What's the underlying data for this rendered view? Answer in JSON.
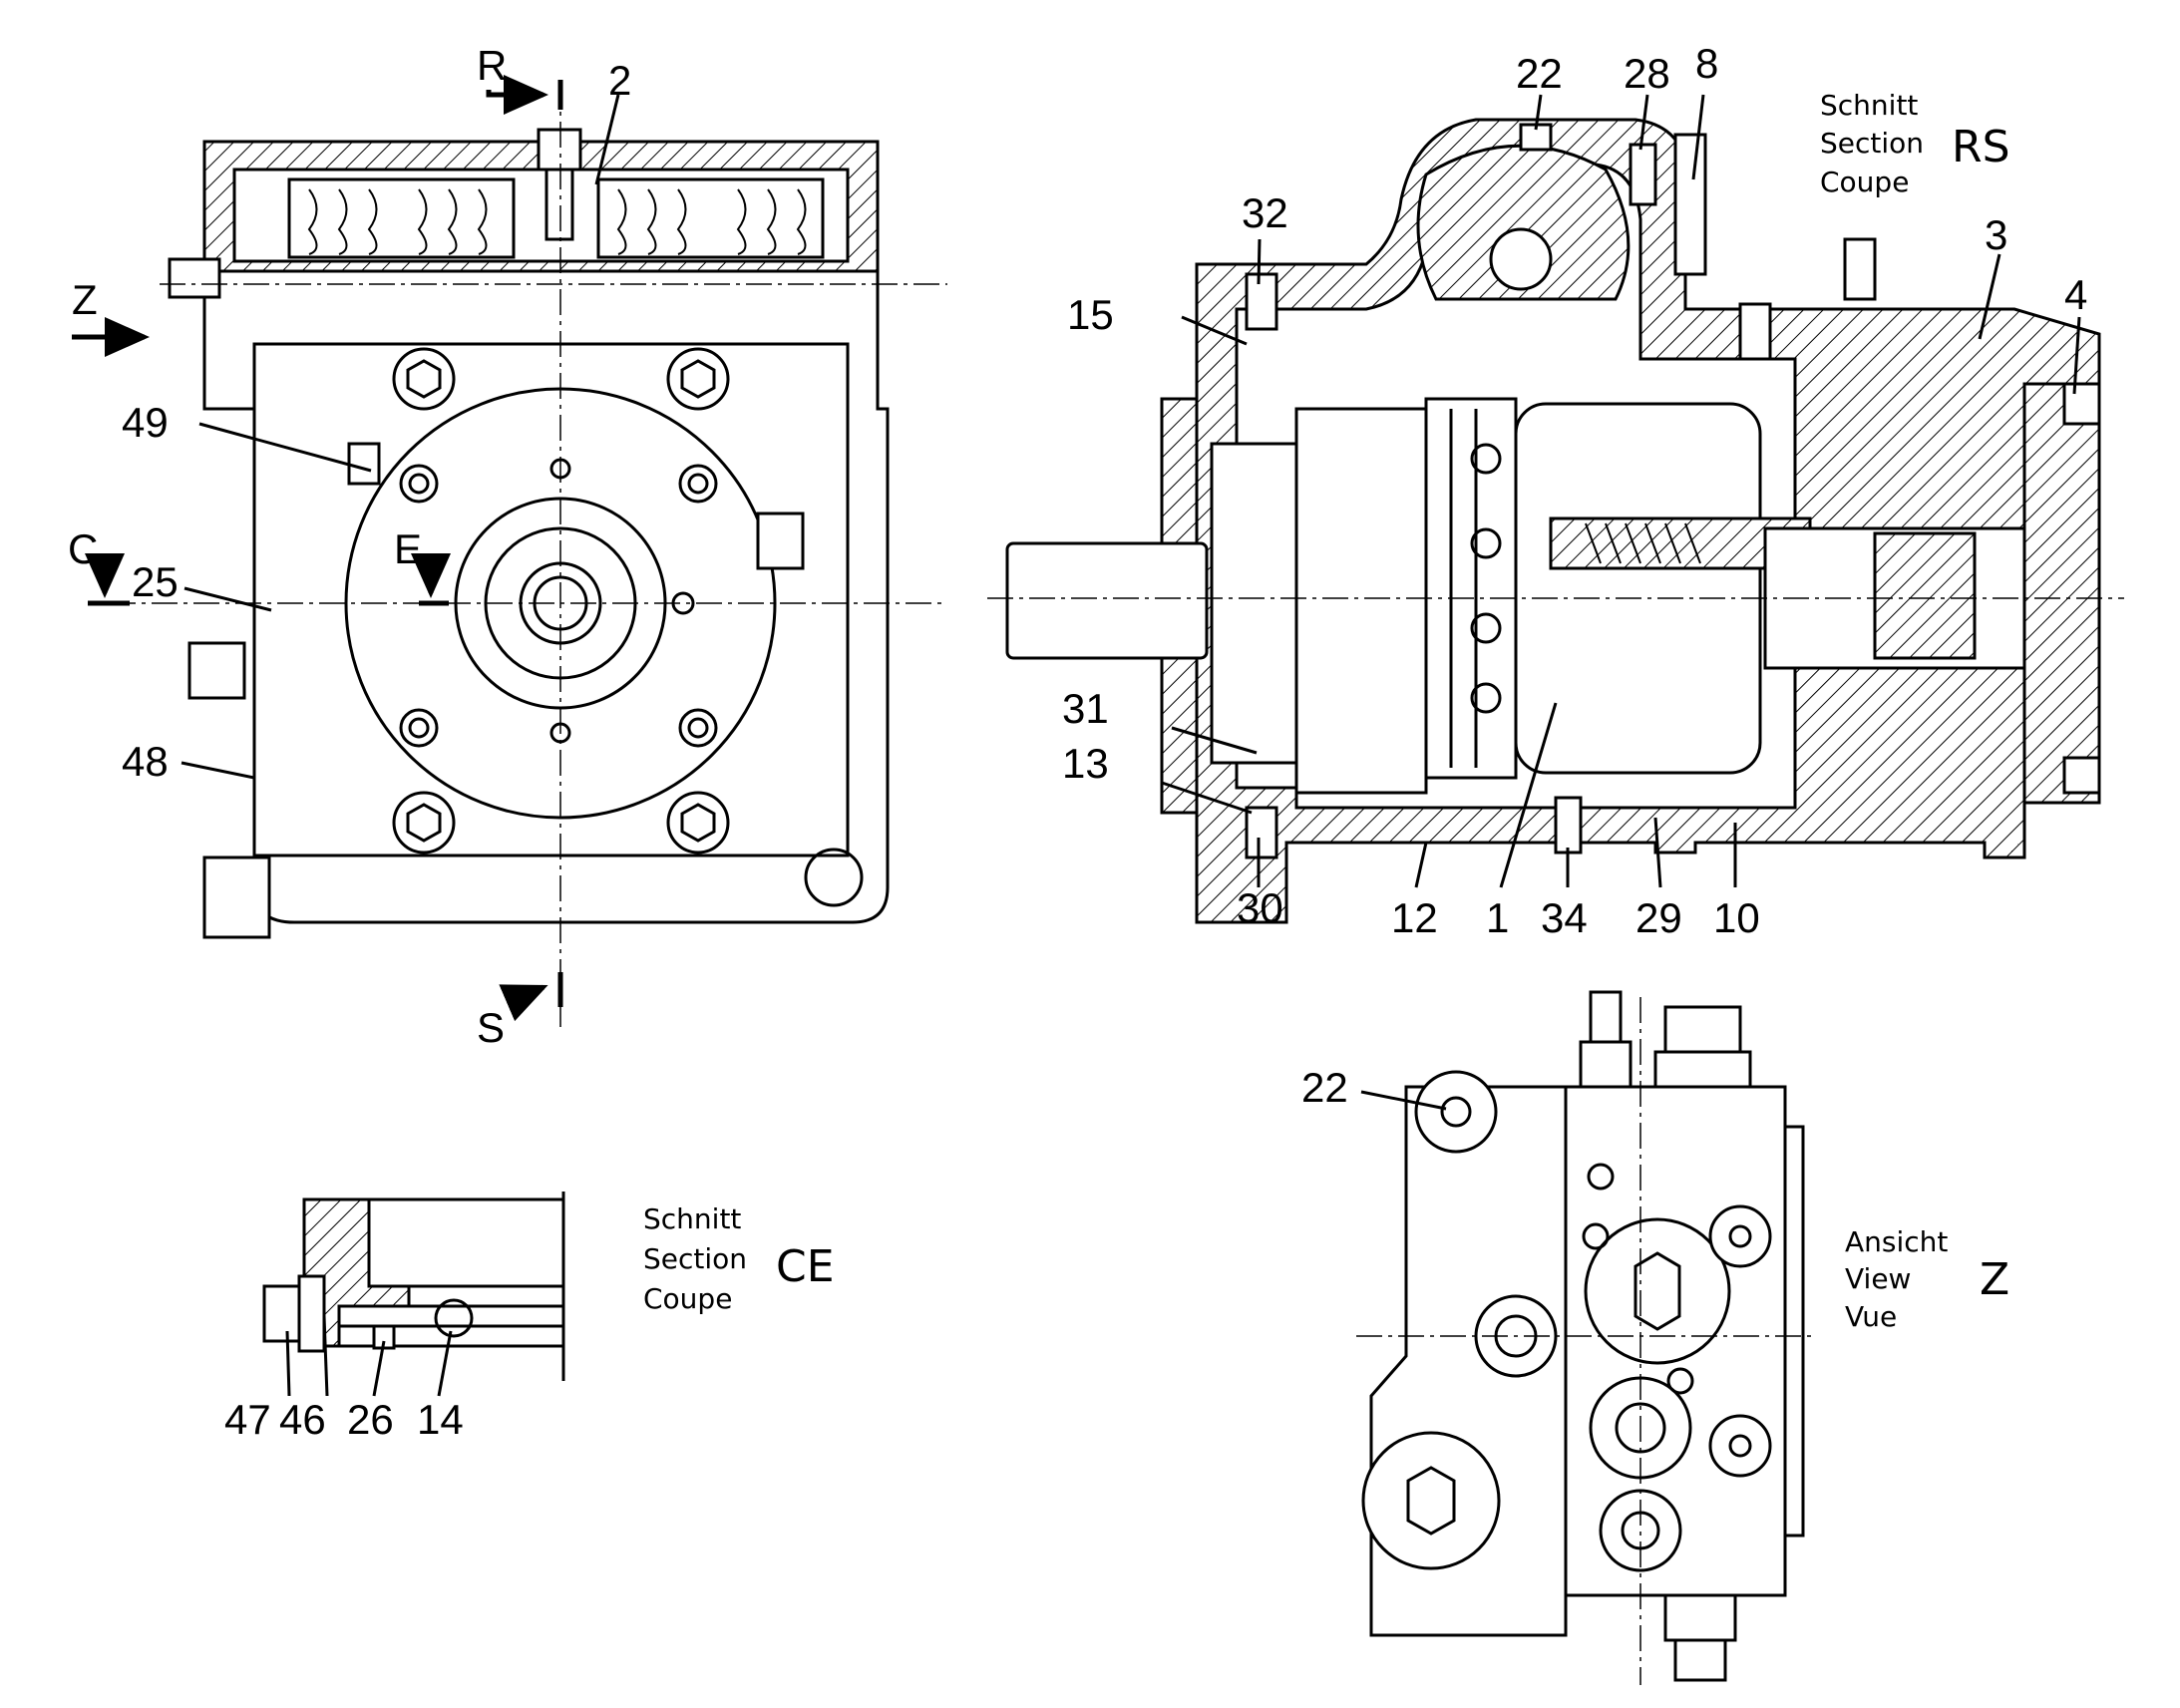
{
  "views": {
    "front": {
      "labels": {
        "p2": "2",
        "p49": "49",
        "p25": "25",
        "p48": "48"
      },
      "markers": {
        "r": "R",
        "s": "S",
        "z": "Z",
        "c": "C",
        "e": "E"
      }
    },
    "section_rs": {
      "caption": {
        "line1": "Schnitt",
        "line2": "Section",
        "line3": "Coupe",
        "code": "RS"
      },
      "labels": {
        "p22": "22",
        "p28": "28",
        "p8": "8",
        "p32": "32",
        "p15": "15",
        "p3": "3",
        "p4": "4",
        "p31": "31",
        "p13": "13",
        "p30": "30",
        "p12": "12",
        "p1": "1",
        "p34": "34",
        "p29": "29",
        "p10": "10"
      }
    },
    "section_ce": {
      "caption": {
        "line1": "Schnitt",
        "line2": "Section",
        "line3": "Coupe",
        "code": "CE"
      },
      "labels": {
        "p47": "47",
        "p46": "46",
        "p26": "26",
        "p14": "14"
      }
    },
    "view_z": {
      "caption": {
        "line1": "Ansicht",
        "line2": "View",
        "line3": "Vue",
        "code": "Z"
      },
      "labels": {
        "p22": "22"
      }
    }
  }
}
